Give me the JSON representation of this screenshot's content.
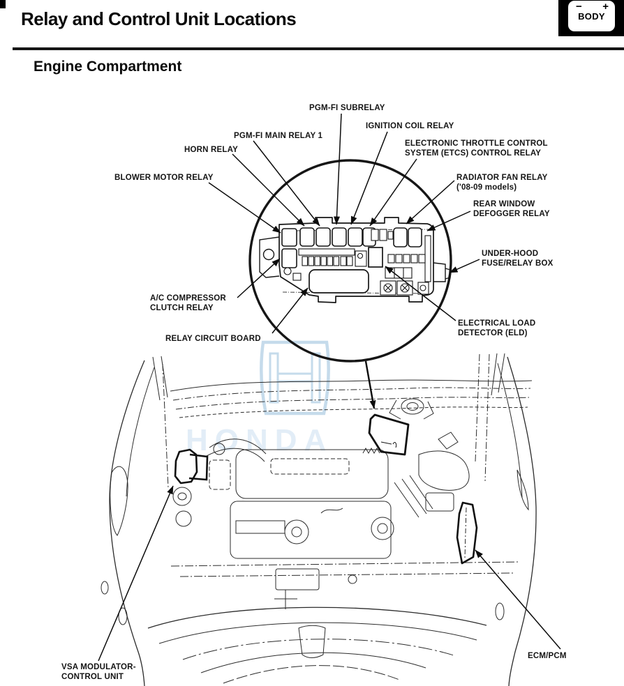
{
  "header": {
    "title": "Relay and Control Unit Locations",
    "nav": {
      "minus": "−",
      "plus": "+",
      "label": "BODY"
    }
  },
  "section_title": "Engine Compartment",
  "watermark": "HONDA",
  "labels": {
    "pgm_fi_subrelay": "PGM-FI SUBRELAY",
    "ignition_coil_relay": "IGNITION COIL RELAY",
    "pgm_fi_main_relay_1": "PGM-FI MAIN RELAY 1",
    "horn_relay": "HORN RELAY",
    "etcs_control_relay": "ELECTRONIC THROTTLE CONTROL\nSYSTEM (ETCS) CONTROL RELAY",
    "blower_motor_relay": "BLOWER MOTOR RELAY",
    "radiator_fan_relay": "RADIATOR FAN RELAY\n('08-09 models)",
    "rear_window_defogger_relay": "REAR WINDOW\nDEFOGGER RELAY",
    "under_hood_fuse_relay_box": "UNDER-HOOD\nFUSE/RELAY BOX",
    "ac_compressor_clutch_relay": "A/C COMPRESSOR\nCLUTCH RELAY",
    "relay_circuit_board": "RELAY CIRCUIT BOARD",
    "electrical_load_detector": "ELECTRICAL LOAD\nDETECTOR (ELD)",
    "vsa_modulator_control_unit": "VSA MODULATOR-\nCONTROL UNIT",
    "ecm_pcm": "ECM/PCM"
  },
  "colors": {
    "ink": "#161616",
    "watermark_blue": "#bcd5e8"
  }
}
